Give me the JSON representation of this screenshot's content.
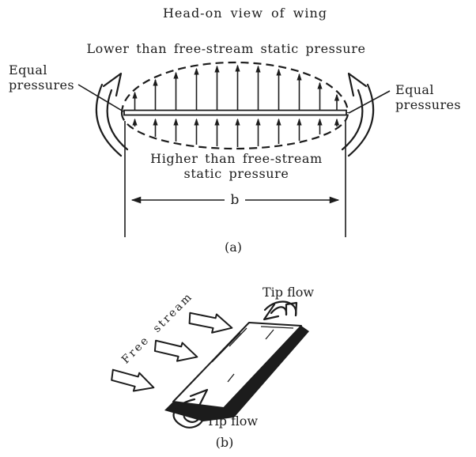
{
  "panel_a": {
    "title": "Head-on view of wing",
    "upper_pressure_label": "Lower than free-stream static pressure",
    "equal_pressures_left": {
      "line1": "Equal",
      "line2": "pressures"
    },
    "equal_pressures_right": {
      "line1": "Equal",
      "line2": "pressures"
    },
    "higher_pressure_label": {
      "line1": "Higher than free-stream",
      "line2": "static pressure"
    },
    "span_dimension_label": "b",
    "caption": "(a)"
  },
  "panel_b": {
    "free_stream_label": "Free stream",
    "tip_flow_top_label": "Tip flow",
    "tip_flow_bottom_label": "Tip flow",
    "caption": "(b)"
  },
  "colors": {
    "ink": "#1c1c1c",
    "paper": "#ffffff"
  }
}
